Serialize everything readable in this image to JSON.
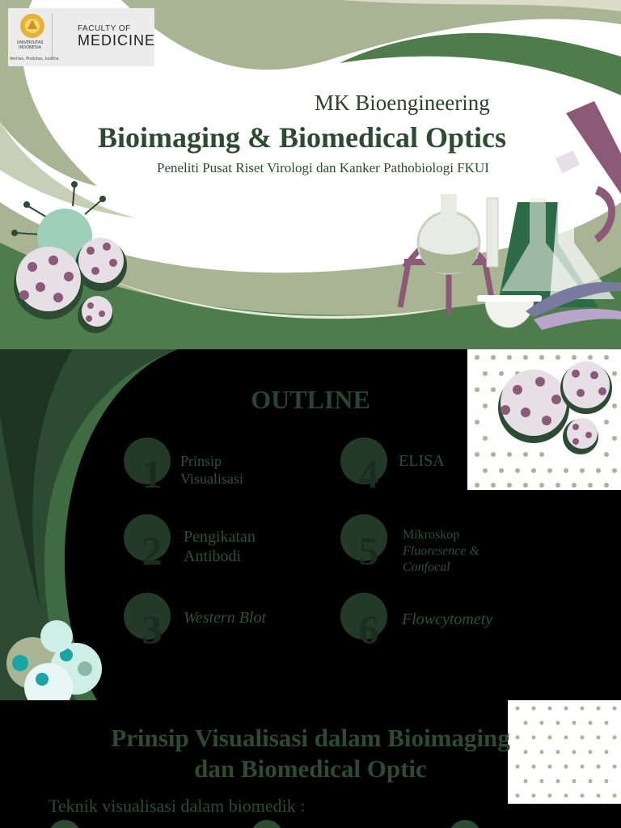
{
  "slide1": {
    "logo": {
      "university_lines": [
        "UNIVERSITAS",
        "INDONESIA"
      ],
      "motto": "Veritas, Probitas, Iustitia",
      "faculty_line1": "FACULTY OF",
      "faculty_line2": "MEDICINE"
    },
    "course": "MK Bioengineering",
    "title": "Bioimaging & Biomedical Optics",
    "subtitle": "Peneliti Pusat Riset Virologi dan Kanker Pathobiologi FKUI",
    "colors": {
      "green_dark": "#4e7a4b",
      "green_light": "#a3ae8e",
      "purple": "#8a5a78",
      "dark": "#2d4a33"
    }
  },
  "slide2": {
    "title": "OUTLINE",
    "items": [
      {
        "num": "1",
        "lines": [
          "Prinsip",
          "Visualisasi"
        ]
      },
      {
        "num": "2",
        "lines": [
          "Pengikatan",
          "Antibodi"
        ]
      },
      {
        "num": "3",
        "lines": [
          "Western Blot"
        ]
      },
      {
        "num": "4",
        "lines": [
          "ELISA"
        ]
      },
      {
        "num": "5",
        "lines": [
          "Mikroskop",
          "Fluoresence &",
          "Confocal"
        ]
      },
      {
        "num": "6",
        "lines": [
          "Flowcytomety"
        ]
      }
    ]
  },
  "slide3": {
    "title_line1": "Prinsip Visualisasi dalam Bioimaging",
    "title_line2": "dan Biomedical Optic",
    "body": "Teknik visualisasi dalam biomedik :"
  }
}
